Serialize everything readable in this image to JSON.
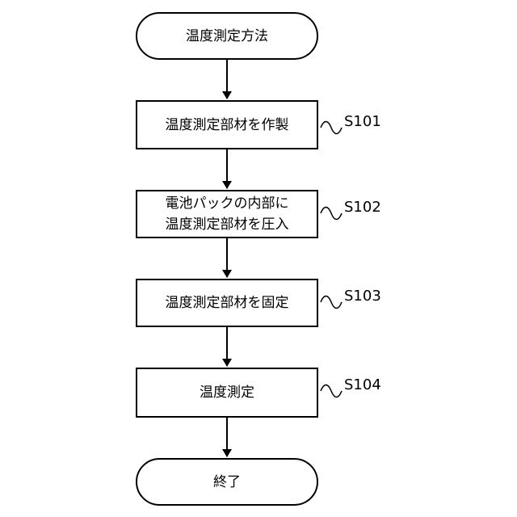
{
  "flowchart": {
    "start": "温度測定方法",
    "steps": [
      {
        "text": "温度測定部材を作製",
        "label": "S101"
      },
      {
        "text": "電池パックの内部に\n温度測定部材を圧入",
        "label": "S102"
      },
      {
        "text": "温度測定部材を固定",
        "label": "S103"
      },
      {
        "text": "温度測定",
        "label": "S104"
      }
    ],
    "end": "終了"
  }
}
